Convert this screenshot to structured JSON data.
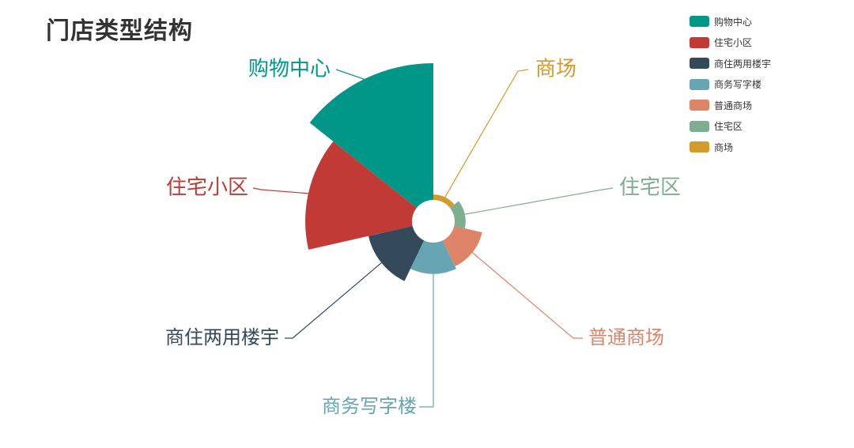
{
  "chart_data": {
    "type": "rose",
    "title": "门店类型结构",
    "categories": [
      "购物中心",
      "住宅小区",
      "商住两用楼宇",
      "商务写字楼",
      "普通商场",
      "住宅区",
      "商场"
    ],
    "values": [
      100,
      78,
      33,
      23,
      21,
      8,
      4
    ],
    "colors": [
      "#009688",
      "#c23a35",
      "#344a5b",
      "#67a5b2",
      "#dd8468",
      "#7dae8f",
      "#d39a2c"
    ],
    "legend_position": "top-right"
  }
}
